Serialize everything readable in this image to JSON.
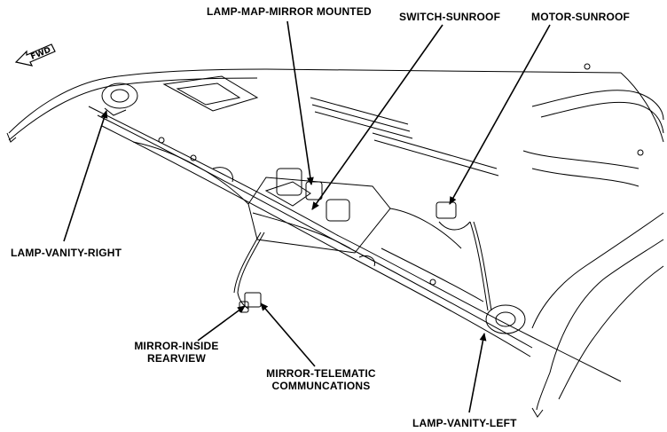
{
  "labels": {
    "lamp_map_mirror": "LAMP-MAP-MIRROR MOUNTED",
    "switch_sunroof": "SWITCH-SUNROOF",
    "motor_sunroof": "MOTOR-SUNROOF",
    "lamp_vanity_right": "LAMP-VANITY-RIGHT",
    "mirror_inside_line1": "MIRROR-INSIDE",
    "mirror_inside_line2": "REARVIEW",
    "mirror_telematic_line1": "MIRROR-TELEMATIC",
    "mirror_telematic_line2": "COMMUNCATIONS",
    "lamp_vanity_left": "LAMP-VANITY-LEFT"
  },
  "fwd": "FWD"
}
